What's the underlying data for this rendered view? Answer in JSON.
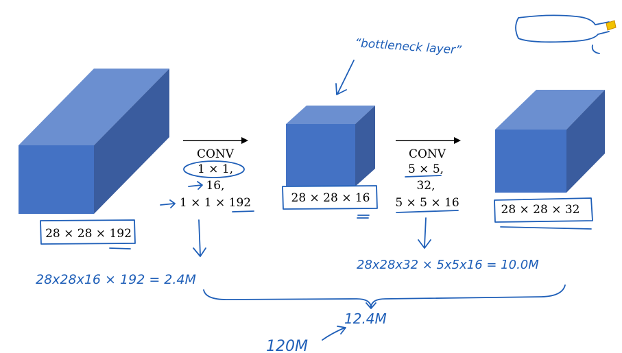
{
  "colors": {
    "cube_front": "#4472c4",
    "cube_top": "#6b8fd0",
    "cube_side": "#3a5c9e",
    "ink": "#1f5fb8",
    "black": "#000000"
  },
  "volumes": {
    "input_label": "28 × 28 × 192",
    "bottleneck_label": "28 × 28 × 16",
    "output_label": "28 × 28 × 32"
  },
  "conv1": {
    "title": "CONV",
    "kernel": "1 × 1,",
    "filters": "16,",
    "shape": "1 × 1 × 192"
  },
  "conv2": {
    "title": "CONV",
    "kernel": "5 × 5,",
    "filters": "32,",
    "shape": "5 × 5 × 16"
  },
  "annotations": {
    "bottleneck_note": "“bottleneck layer”",
    "cost1": "28x28x16 × 192 = 2.4M",
    "cost2": "28x28x32 × 5x5x16 = 10.0M",
    "total": "12.4M",
    "naive": "120M"
  }
}
